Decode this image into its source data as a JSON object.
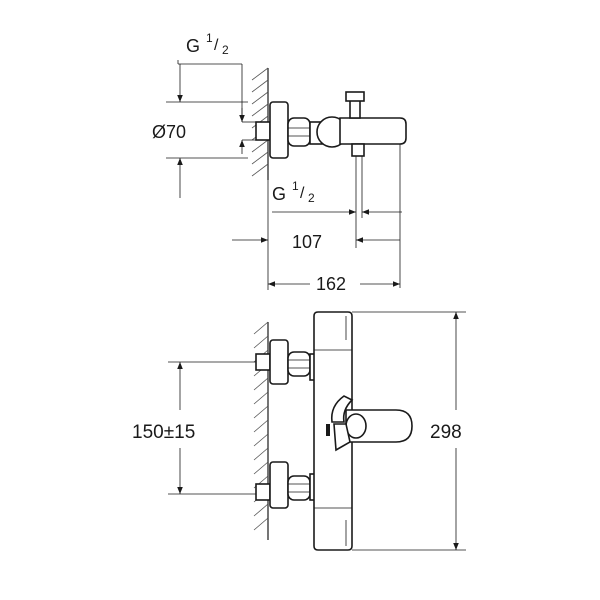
{
  "drawing": {
    "side_view": {
      "thread_top": {
        "prefix": "G",
        "numerator": "1",
        "slash": "/",
        "denominator": "2"
      },
      "diameter_label": "Ø70",
      "thread_bottom": {
        "prefix": "G",
        "numerator": "1",
        "slash": "/",
        "denominator": "2"
      },
      "dim_107": "107",
      "dim_162": "162"
    },
    "front_view": {
      "dim_spacing": "150±15",
      "dim_height": "298"
    },
    "colors": {
      "ink": "#1a1a1a",
      "background": "#ffffff"
    }
  }
}
